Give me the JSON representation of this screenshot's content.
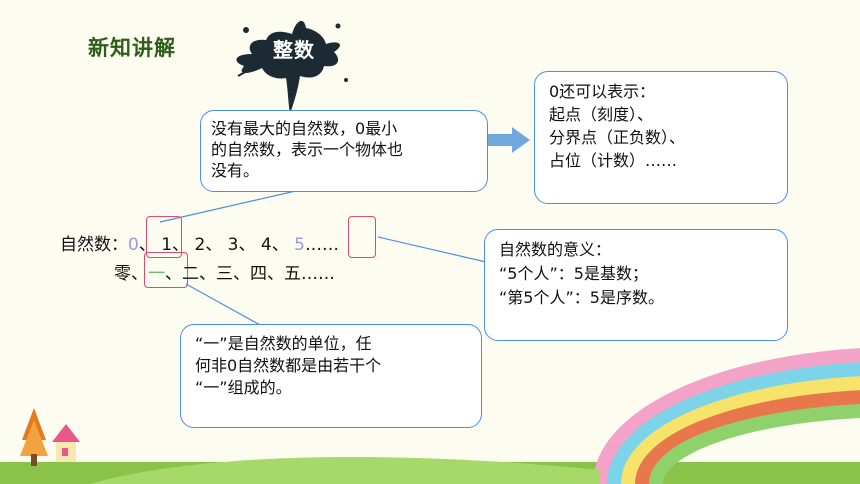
{
  "title": "新知讲解",
  "badge": "整数",
  "callouts": {
    "top_left": {
      "lines": [
        "没有最大的自然数，0最小",
        "的自然数，表示一个物体也",
        "没有。"
      ]
    },
    "top_right": {
      "lines": [
        "0还可以表示：",
        "起点（刻度）、",
        "分界点（正负数）、",
        "占位（计数）……"
      ]
    },
    "middle_right": {
      "lines": [
        "自然数的意义：",
        "“5个人”：5是基数；",
        "“第5个人”：5是序数。"
      ]
    },
    "bottom_left": {
      "lines": [
        "“一”是自然数的单位，任",
        "何非0自然数都是由若干个",
        "“一”组成的。"
      ]
    }
  },
  "number_row": {
    "label": "自然数：",
    "items": [
      "0",
      "、 1、 2、 3、 4、 ",
      "5",
      "……"
    ]
  },
  "chinese_row": {
    "items": [
      "零、",
      "一",
      "、二、三、四、五……"
    ]
  },
  "colors": {
    "title": "#2e5f18",
    "callout_border": "#4a90e2",
    "highlight_box": "#e04a6e",
    "arrow": "#6fa8dc"
  }
}
